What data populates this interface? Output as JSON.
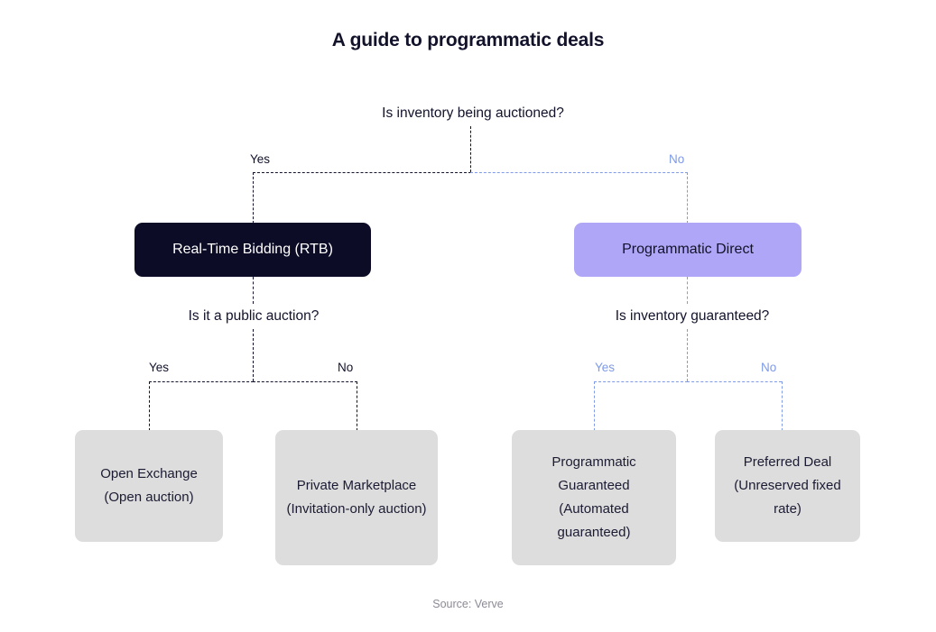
{
  "title": "A guide to programmatic deals",
  "source": "Source: Verve",
  "colors": {
    "dark_node": "#0c0c26",
    "purple_node": "#b0a6f7",
    "leaf_node": "#dddddd",
    "blue_branch": "#7e9ae8",
    "dark_branch": "#12122b",
    "background": "#ffffff",
    "source_text": "#8b8b96"
  },
  "chart_data": {
    "type": "diagram",
    "title": "A guide to programmatic deals",
    "subtype": "decision-tree",
    "root": {
      "question": "Is inventory being auctioned?",
      "branches": [
        {
          "answer": "Yes",
          "style": "dark",
          "node": "Real-Time Bidding (RTB)",
          "question": "Is it a public auction?",
          "branches": [
            {
              "answer": "Yes",
              "style": "dark",
              "node": "Open Exchange (Open auction)"
            },
            {
              "answer": "No",
              "style": "dark",
              "node": "Private Marketplace (Invitation-only auction)"
            }
          ]
        },
        {
          "answer": "No",
          "style": "blue",
          "node": "Programmatic Direct",
          "question": "Is inventory guaranteed?",
          "branches": [
            {
              "answer": "Yes",
              "style": "blue",
              "node": "Programmatic Guaranteed (Automated guaranteed)"
            },
            {
              "answer": "No",
              "style": "blue",
              "node": "Preferred Deal (Unreserved fixed rate)"
            }
          ]
        }
      ]
    }
  },
  "questions": {
    "root": "Is inventory being auctioned?",
    "left": "Is it a public auction?",
    "right": "Is inventory guaranteed?"
  },
  "edge_labels": {
    "root_yes": "Yes",
    "root_no": "No",
    "left_yes": "Yes",
    "left_no": "No",
    "right_yes": "Yes",
    "right_no": "No"
  },
  "nodes": {
    "rtb": "Real-Time Bidding (RTB)",
    "programmatic_direct": "Programmatic Direct",
    "open_exchange": {
      "line1": "Open Exchange",
      "line2": "(Open auction)"
    },
    "private_marketplace": {
      "line1": "Private Marketplace",
      "line2": "(Invitation-only auction)"
    },
    "programmatic_guaranteed": {
      "line1": "Programmatic Guaranteed",
      "line2": "(Automated guaranteed)"
    },
    "preferred_deal": {
      "line1": "Preferred Deal",
      "line2": "(Unreserved fixed rate)"
    }
  }
}
